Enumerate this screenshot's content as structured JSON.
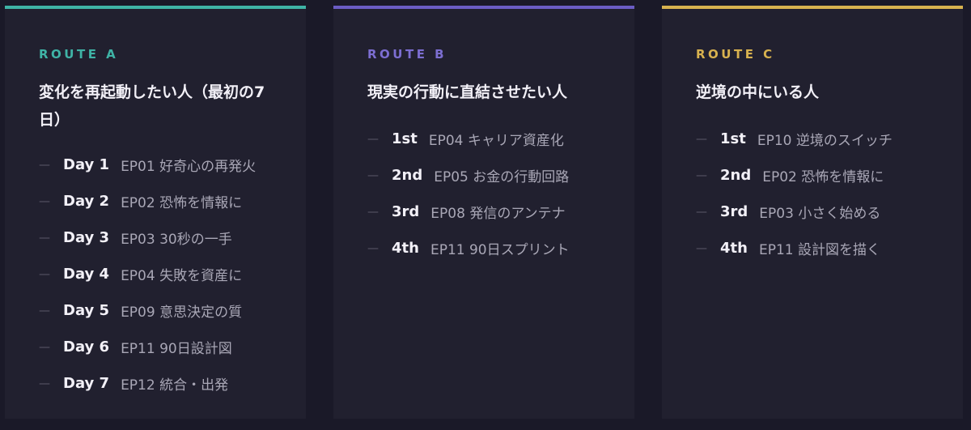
{
  "routes": [
    {
      "label": "ROUTE A",
      "accent": "#3fb3a6",
      "title": "変化を再起動したい人（最初の7日）",
      "items": [
        {
          "step": "Day 1",
          "episode": "EP01 好奇心の再発火"
        },
        {
          "step": "Day 2",
          "episode": "EP02 恐怖を情報に"
        },
        {
          "step": "Day 3",
          "episode": "EP03 30秒の一手"
        },
        {
          "step": "Day 4",
          "episode": "EP04 失敗を資産に"
        },
        {
          "step": "Day 5",
          "episode": "EP09 意思決定の質"
        },
        {
          "step": "Day 6",
          "episode": "EP11 90日設計図"
        },
        {
          "step": "Day 7",
          "episode": "EP12 統合・出発"
        }
      ]
    },
    {
      "label": "ROUTE B",
      "accent": "#6b5cc4",
      "title": "現実の行動に直結させたい人",
      "items": [
        {
          "step": "1st",
          "episode": "EP04 キャリア資産化"
        },
        {
          "step": "2nd",
          "episode": "EP05 お金の行動回路"
        },
        {
          "step": "3rd",
          "episode": "EP08 発信のアンテナ"
        },
        {
          "step": "4th",
          "episode": "EP11 90日スプリント"
        }
      ]
    },
    {
      "label": "ROUTE C",
      "accent": "#d8b24f",
      "title": "逆境の中にいる人",
      "items": [
        {
          "step": "1st",
          "episode": "EP10 逆境のスイッチ"
        },
        {
          "step": "2nd",
          "episode": "EP02 恐怖を情報に"
        },
        {
          "step": "3rd",
          "episode": "EP03 小さく始める"
        },
        {
          "step": "4th",
          "episode": "EP11 設計図を描く"
        }
      ]
    }
  ],
  "dash_glyph": "—"
}
